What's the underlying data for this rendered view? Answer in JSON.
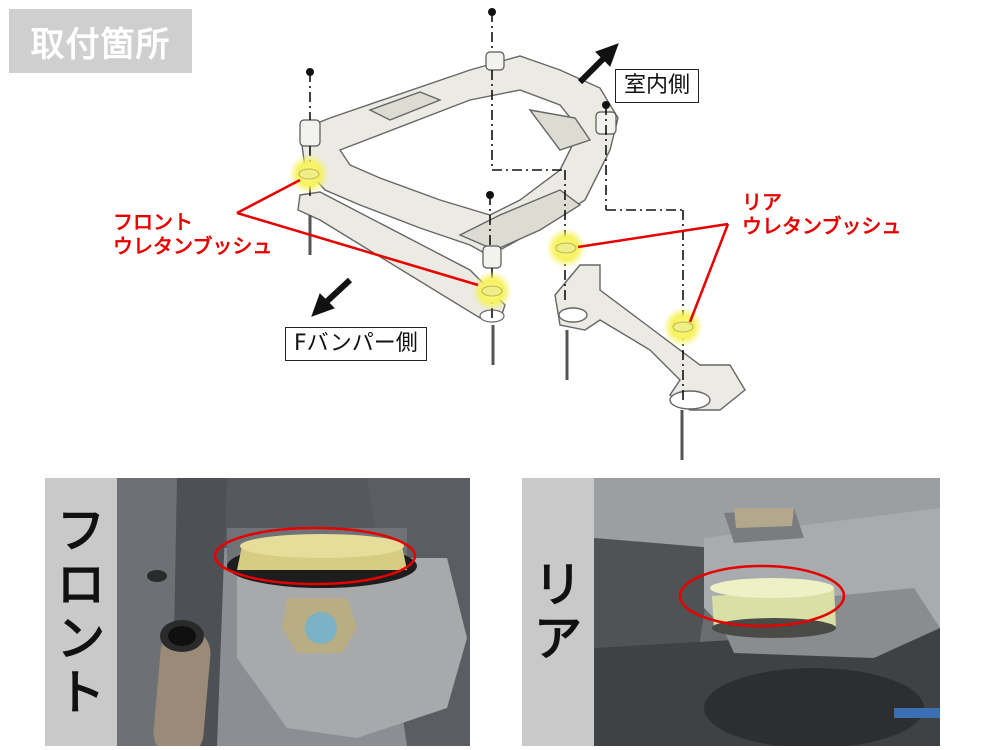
{
  "title": "取付箇所",
  "labels": {
    "cabin_side": "室内側",
    "bumper_side": "Fバンパー側",
    "front_bush": [
      "フロント",
      "ウレタンブッシュ"
    ],
    "rear_bush": [
      "リア",
      "ウレタンブッシュ"
    ]
  },
  "photos": {
    "front": {
      "label": [
        "フ",
        "ロ",
        "ン",
        "ト"
      ]
    },
    "rear": {
      "label": [
        "リ",
        "ア"
      ]
    }
  },
  "colors": {
    "title_bg": "#cfcfcf",
    "callout_red": "#e60000",
    "bush_yellow": "#f6f25a",
    "subframe_fill": "#ebebe3",
    "panel_gray": "#c9c9c9"
  }
}
